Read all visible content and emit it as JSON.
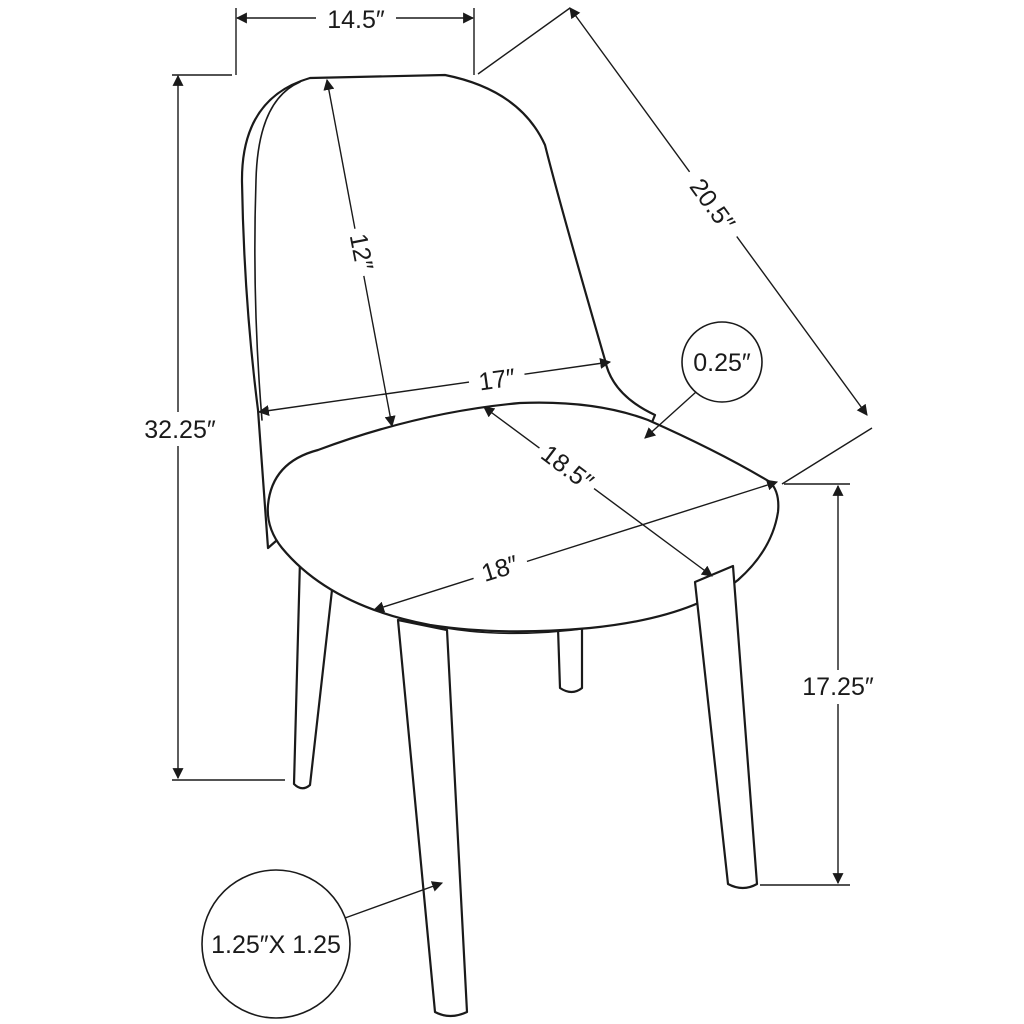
{
  "dimensions": {
    "top_width": "14.5″",
    "diagonal_depth": "20.5″",
    "overall_height": "32.25″",
    "back_height": "12″",
    "back_width": "17″",
    "thickness": "0.25″",
    "seat_depth": "18.5″",
    "seat_width": "18″",
    "seat_height": "17.25″",
    "leg_size": "1.25″X 1.25"
  },
  "colors": {
    "line": "#1a1a1a",
    "background": "#ffffff"
  }
}
